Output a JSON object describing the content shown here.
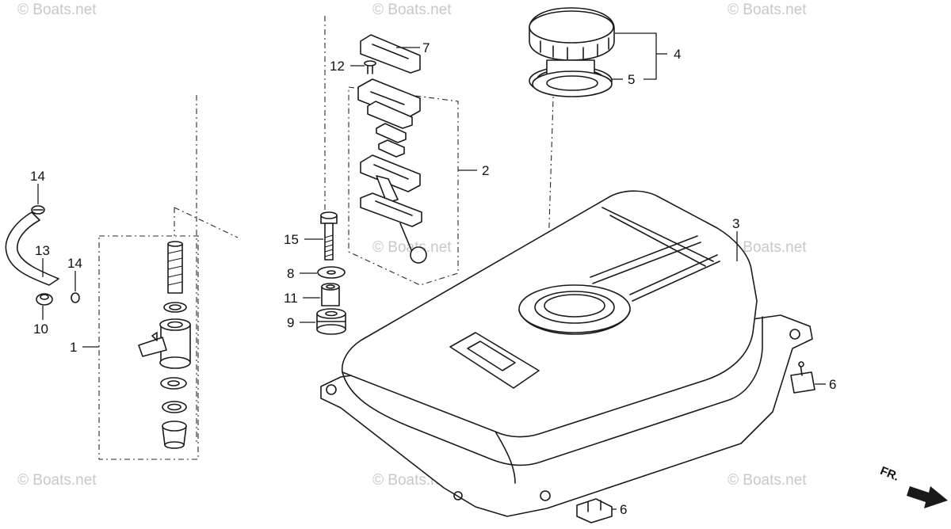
{
  "watermark": {
    "text": "© Boats.net",
    "color": "#c8c8c8"
  },
  "callouts": {
    "c1": "1",
    "c2": "2",
    "c3": "3",
    "c4": "4",
    "c5": "5",
    "c6a": "6",
    "c6b": "6",
    "c7": "7",
    "c8": "8",
    "c9": "9",
    "c10": "10",
    "c11": "11",
    "c12": "12",
    "c13": "13",
    "c14a": "14",
    "c14b": "14",
    "c15": "15"
  },
  "direction": {
    "label": "FR.",
    "icon": "front-arrow-icon"
  }
}
